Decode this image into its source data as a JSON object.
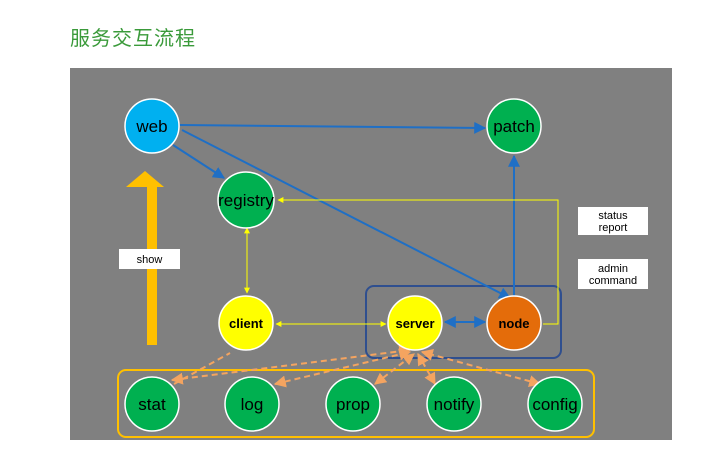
{
  "title": "服务交互流程",
  "colors": {
    "background": "#808080",
    "blue_node": "#00b0f0",
    "green_node": "#00b050",
    "yellow_node": "#ffff00",
    "orange_node": "#e46c0a",
    "blue_arrow": "#1f6fc5",
    "yellow_arrow": "#ffff00",
    "dashed_arrow": "#f4a460",
    "show_arrow": "#ffc000",
    "group_border_blue": "#2f4f8f",
    "group_border_yellow": "#ffc000"
  },
  "nodes": {
    "web": "web",
    "patch": "patch",
    "registry": "registry",
    "client": "client",
    "server": "server",
    "node": "node",
    "stat": "stat",
    "log": "log",
    "prop": "prop",
    "notify": "notify",
    "config": "config"
  },
  "labels": {
    "show": "show",
    "status_line1": "status",
    "status_line2": "report",
    "admin_line1": "admin",
    "admin_line2": "command"
  }
}
